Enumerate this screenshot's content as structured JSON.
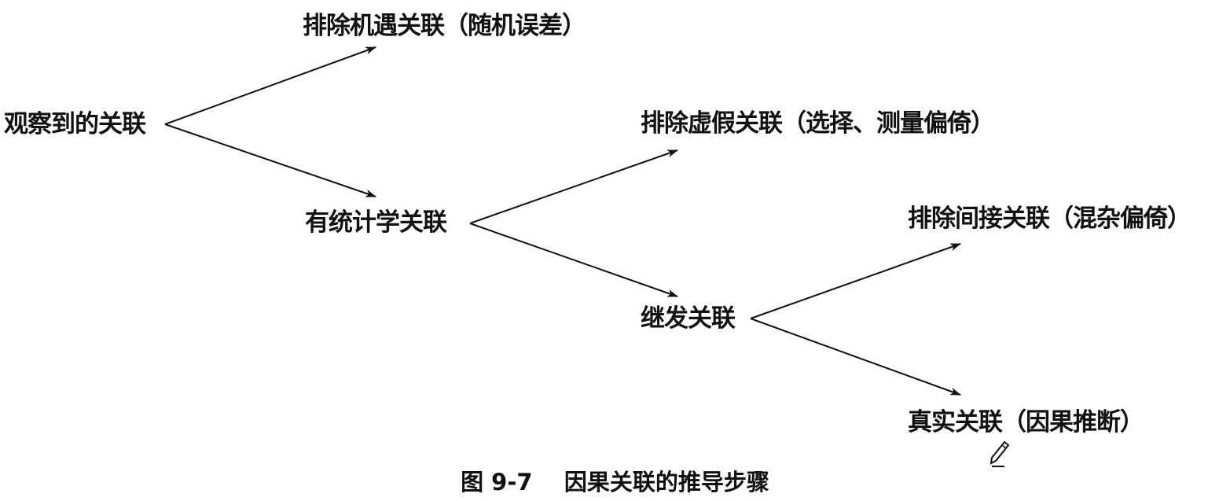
{
  "nodes": {
    "observed": "观察到的关联",
    "exclude_chance": "排除机遇关联（随机误差）",
    "statistical": "有统计学关联",
    "exclude_spurious": "排除虚假关联（选择、测量偏倚）",
    "secondary": "继发关联",
    "exclude_indirect": "排除间接关联（混杂偏倚）",
    "true_assoc": "真实关联（因果推断）"
  },
  "caption": "图 9-7    因果关联的推导步骤"
}
